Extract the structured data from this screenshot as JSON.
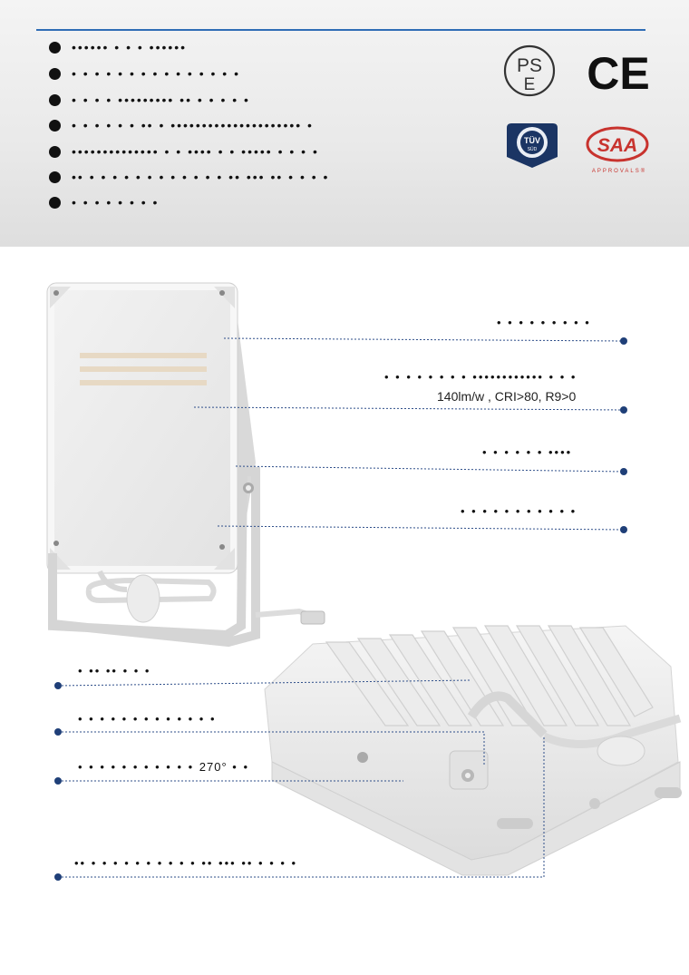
{
  "features": [
    "•••••• • • • ••••••",
    "• • • • • • • • • • • • • • •",
    "• • • • ••••••••• •• • • • • •",
    "• • • • • • •• • ••••••••••••••••••••• •",
    "•••••••••••••• • • •••• • • ••••• • • • •",
    "•• • • • • • • • • • • • • •• ••• •• • • • •",
    "• • • • • • • •"
  ],
  "certifications": {
    "pse": [
      "PS",
      "E"
    ],
    "ce": "CE",
    "tuv": {
      "top": "TÜV",
      "bottom": "SÜD"
    },
    "saa": {
      "name": "SAA",
      "sub": "APPROVALS®"
    }
  },
  "product_callouts": [
    {
      "label": "• • • • • • • • •"
    },
    {
      "label": "• • • • • • • • •••••••••••• • • •",
      "detail": "140lm/w , CRI>80, R9>0"
    },
    {
      "label": "• • • • • • ••••"
    },
    {
      "label": "• • • • • • • • • • •"
    }
  ],
  "rear_callouts": [
    {
      "label": "• •• •• • • •"
    },
    {
      "label": "• • • • • • • • • • • • •"
    },
    {
      "label": "• • • • • • • • • • • ",
      "suffix": "270°",
      "tail": " • •"
    },
    {
      "label": "•• • • • • • • • • • • •• ••• •• • • • •"
    }
  ],
  "colors": {
    "accent": "#2f6db5",
    "dots": "#1f3f78",
    "pse_ring": "#333333",
    "tuv": "#1b3564",
    "saa": "#c8332e"
  }
}
